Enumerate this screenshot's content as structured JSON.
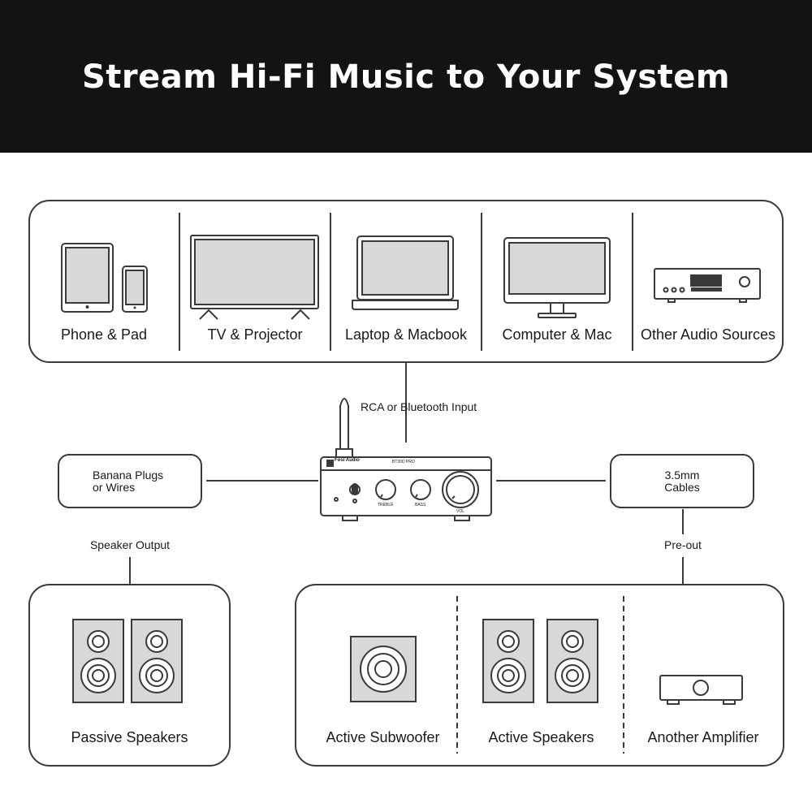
{
  "title": "Stream Hi-Fi Music to Your System",
  "sources": [
    {
      "label": "Phone & Pad",
      "icon": "phone-tablet-icon"
    },
    {
      "label": "TV & Projector",
      "icon": "tv-icon"
    },
    {
      "label": "Laptop & Macbook",
      "icon": "laptop-icon"
    },
    {
      "label": "Computer & Mac",
      "icon": "monitor-icon"
    },
    {
      "label": "Other Audio Sources",
      "icon": "audio-receiver-icon"
    }
  ],
  "connections": {
    "input": "RCA or Bluetooth Input",
    "speaker_output": "Speaker Output",
    "pre_out": "Pre-out"
  },
  "left_connector": {
    "line1": "Banana Plugs",
    "line2": "or Wires"
  },
  "right_connector": {
    "line1": "3.5mm",
    "line2": "Cables"
  },
  "amplifier": {
    "brand": "Fosi Audio",
    "model": "BT30D PRO",
    "knobs": [
      "TREBLE",
      "BASS",
      "VOL"
    ]
  },
  "outputs_left": [
    {
      "label": "Passive Speakers",
      "icon": "passive-speakers-icon"
    }
  ],
  "outputs_right": [
    {
      "label": "Active Subwoofer",
      "icon": "subwoofer-icon"
    },
    {
      "label": "Active Speakers",
      "icon": "active-speakers-icon"
    },
    {
      "label": "Another Amplifier",
      "icon": "amplifier-icon"
    }
  ]
}
